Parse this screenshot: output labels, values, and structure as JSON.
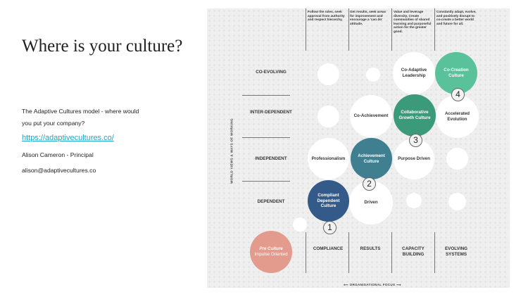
{
  "slide": {
    "title": "Where is your culture?",
    "description": "The Adaptive Cultures model -  where would you put your company?",
    "link": "https://adaptivecultures.co/",
    "person": "Alison Cameron - Principal",
    "email": "alison@adaptivecultures.co"
  },
  "diagram": {
    "column_headers": [
      "Follow the rules, seek approval from authority and respect hierarchy.",
      "Get results, seek areas for improvement and encourage a 'can do' attitude.",
      "Value and leverage diversity. Create communities of shared learning and purposeful action for the greater good.",
      "Constantly adapt, evolve, and positively disrupt to co-create a better world and future for all."
    ],
    "rows": [
      "CO-EVOLVING",
      "INTER-DEPENDENT",
      "INDEPENDENT",
      "DEPENDENT"
    ],
    "columns": [
      "COMPLIANCE",
      "RESULTS",
      "CAPACITY BUILDING",
      "EVOLVING SYSTEMS"
    ],
    "y_axis": "WORLD VIEWS & WAYS OF WORKING",
    "x_axis": "ORGANISATIONAL FOCUS",
    "circles": {
      "pre_culture": "Pre Culture",
      "pre_culture_sub": "Impulse Oriented",
      "compliant": "Compliant Dependent Culture",
      "driven": "Driven",
      "professionalism": "Professionalism",
      "achievement_culture": "Achievement Culture",
      "purpose_driven": "Purpose Driven",
      "co_achievement": "Co-Achievement",
      "collaborative": "Collaborative Growth Culture",
      "accelerated": "Accelerated Evolution",
      "co_adaptive": "Co-Adaptive Leadership",
      "co_creation": "Co-Creation Culture"
    },
    "badges": [
      "1",
      "2",
      "3",
      "4"
    ],
    "colors": {
      "navy": "#345a8a",
      "teal": "#3f7f90",
      "green": "#3b9a7a",
      "mint": "#59c29a",
      "salmon": "#e39b8e",
      "link": "#1aa7c8"
    }
  }
}
